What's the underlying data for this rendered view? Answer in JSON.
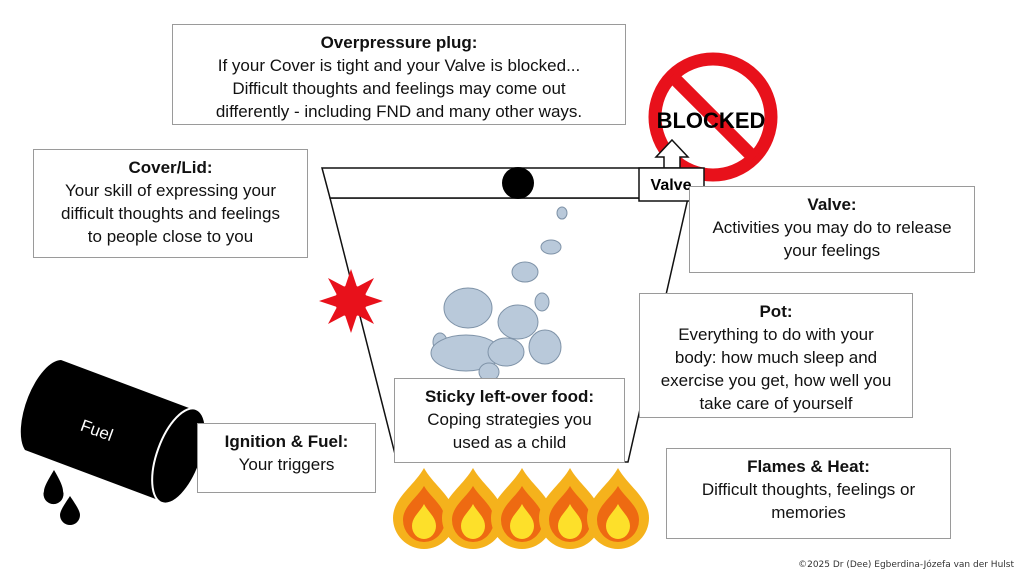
{
  "labels": {
    "overpressure": {
      "title": "Overpressure plug:",
      "lines": [
        "If your Cover is tight and your Valve is blocked...",
        "Difficult thoughts and feelings may come out",
        "differently - including FND and many other ways."
      ]
    },
    "cover": {
      "title": "Cover/Lid:",
      "lines": [
        "Your skill of expressing your",
        "difficult thoughts and feelings",
        "to people close to you"
      ]
    },
    "valve": {
      "title": "Valve:",
      "lines": [
        "Activities you may do to release",
        "your feelings"
      ]
    },
    "pot": {
      "title": "Pot:",
      "lines": [
        "Everything to do with your",
        "body: how much sleep and",
        "exercise you get, how well you",
        "take care of yourself"
      ]
    },
    "sticky": {
      "title": "Sticky left-over food:",
      "lines": [
        "Coping strategies you",
        "used as a child"
      ]
    },
    "ignition": {
      "title": "Ignition & Fuel:",
      "lines": [
        "Your triggers"
      ]
    },
    "flames": {
      "title": "Flames & Heat:",
      "lines": [
        "Difficult thoughts, feelings or",
        "memories"
      ]
    }
  },
  "valve_label": "Valve",
  "blocked_label": "BLOCKED",
  "fuel_label": "Fuel",
  "copyright": "©2025 Dr (Dee) Egberdina-Józefa van der Hulst",
  "colors": {
    "no_sign_red": "#e8111b",
    "spark_red": "#e8111b",
    "flame_outer": "#f5b21c",
    "flame_mid": "#ee6a12",
    "flame_inner": "#fde02a",
    "bubble": "#b6c6d8"
  },
  "icons": [
    "no-entry-icon",
    "spark-icon",
    "fuel-barrel-icon",
    "fuel-drop-icon",
    "flame-icon",
    "bubble-icon",
    "arrow-up-icon"
  ]
}
